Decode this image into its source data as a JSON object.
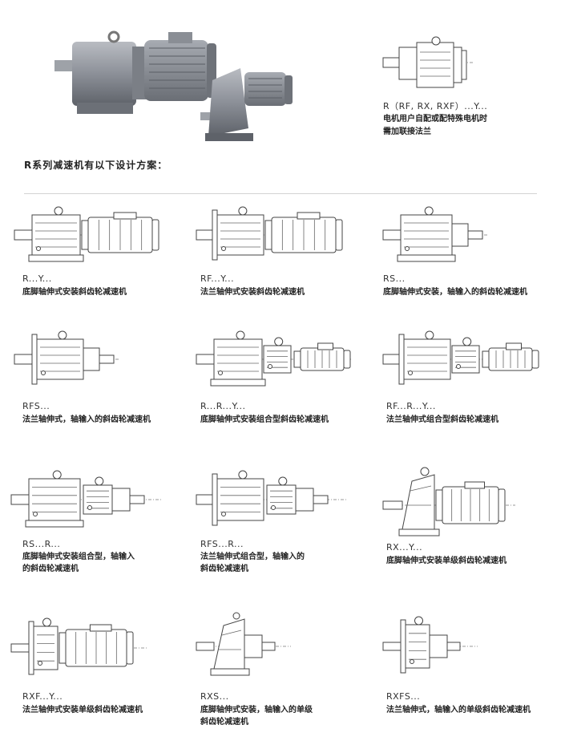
{
  "top_note": {
    "code": "R（RF, RX, RXF）...Y...",
    "lines": [
      "电机用户自配或配特殊电机时",
      "需加联接法兰"
    ]
  },
  "heading": "R系列减速机有以下设计方案：",
  "designs": [
    {
      "code": "R...Y...",
      "desc": [
        "底脚轴伸式安装斜齿轮减速机"
      ]
    },
    {
      "code": "RF...Y...",
      "desc": [
        "法兰轴伸式安装斜齿轮减速机"
      ]
    },
    {
      "code": "RS...",
      "desc": [
        "底脚轴伸式安装，轴输入的斜齿轮减速机"
      ]
    },
    {
      "code": "RFS...",
      "desc": [
        "法兰轴伸式，轴输入的斜齿轮减速机"
      ]
    },
    {
      "code": "R...R...Y...",
      "desc": [
        "底脚轴伸式安装组合型斜齿轮减速机"
      ]
    },
    {
      "code": "RF...R...Y...",
      "desc": [
        "法兰轴伸式组合型斜齿轮减速机"
      ]
    },
    {
      "code": "RS...R...",
      "desc": [
        "底脚轴伸式安装组合型，轴输入",
        "的斜齿轮减速机"
      ]
    },
    {
      "code": "RFS...R...",
      "desc": [
        "法兰轴伸式组合型，轴输入的",
        "斜齿轮减速机"
      ]
    },
    {
      "code": "RX...Y...",
      "desc": [
        "底脚轴伸式安装单级斜齿轮减速机"
      ]
    },
    {
      "code": "RXF...Y...",
      "desc": [
        "法兰轴伸式安装单级斜齿轮减速机"
      ]
    },
    {
      "code": "RXS...",
      "desc": [
        "底脚轴伸式安装，轴输入的单级",
        "斜齿轮减速机"
      ]
    },
    {
      "code": "RXFS...",
      "desc": [
        "法兰轴伸式，轴输入的单级斜齿轮减速机"
      ]
    }
  ]
}
